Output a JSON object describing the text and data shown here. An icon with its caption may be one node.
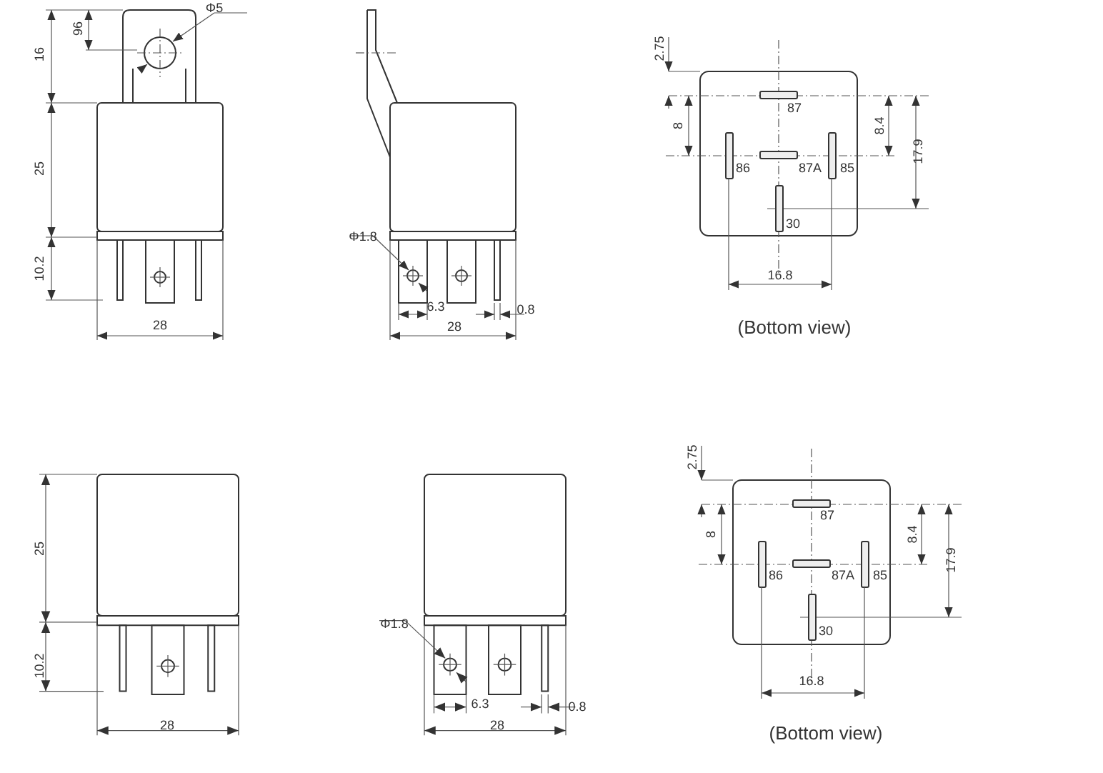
{
  "diagram": {
    "labels": [
      "Φ5",
      "96",
      "16",
      "25",
      "10.2",
      "28",
      "Φ1.8",
      "6.3",
      "0.8",
      "28",
      "2.75",
      "87",
      "8",
      "8.4",
      "17.9",
      "86",
      "87A",
      "85",
      "30",
      "16.8",
      "(Bottom view)",
      "25",
      "10.2",
      "28",
      "Φ1.8",
      "6.3",
      "0.8",
      "28",
      "2.75",
      "87",
      "8",
      "8.4",
      "17.9",
      "86",
      "87A",
      "85",
      "30",
      "16.8",
      "(Bottom view)"
    ]
  }
}
